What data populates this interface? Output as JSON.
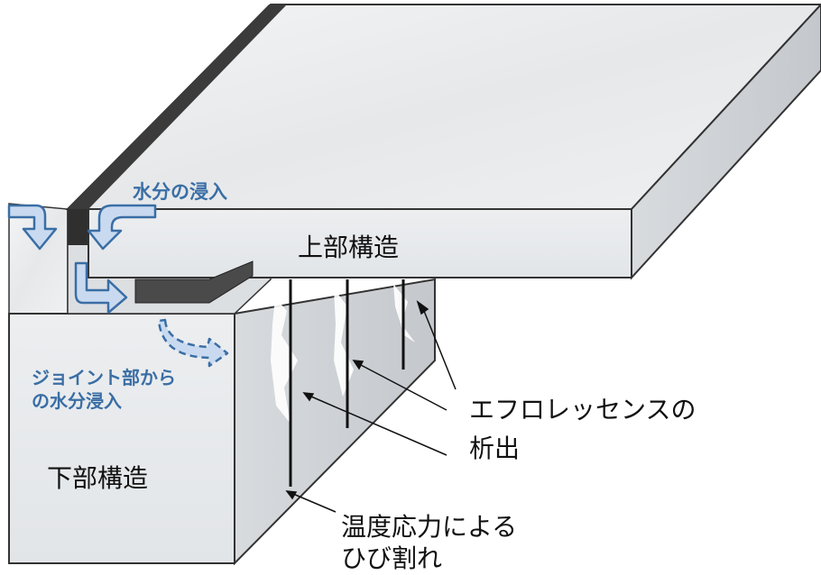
{
  "labels": {
    "superstructure": "上部構造",
    "substructure": "下部構造",
    "water_ingress": "水分の浸入",
    "joint_ingress": [
      "ジョイント部から",
      "の水分浸入"
    ],
    "efflorescence": [
      "エフロレッセンスの",
      "析出"
    ],
    "thermal_crack": [
      "温度応力による",
      "ひび割れ"
    ]
  },
  "colors": {
    "marble": "#e9ebec",
    "marble_shade": "#cfd2d5",
    "joint_dark": "#3b3b3b",
    "arrow_fill": "#c9daf0",
    "arrow_stroke": "#3a6ea5",
    "crack": "#111111",
    "outline": "#333333"
  }
}
